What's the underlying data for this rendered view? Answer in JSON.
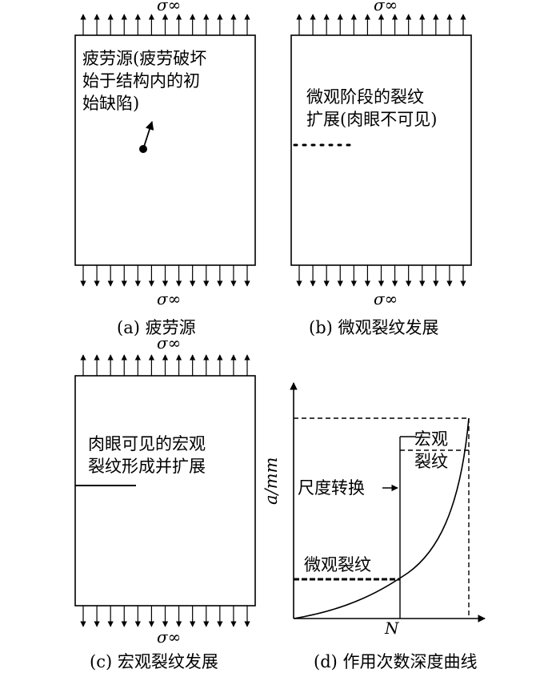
{
  "panels": {
    "a": {
      "sigma_top": "σ∞",
      "sigma_bottom": "σ∞",
      "text_lines": [
        "疲劳源(疲劳破坏",
        "始于结构内的初",
        "始缺陷)"
      ],
      "caption": "(a) 疲劳源"
    },
    "b": {
      "sigma_top": "σ∞",
      "sigma_bottom": "σ∞",
      "text_lines": [
        "微观阶段的裂纹",
        "扩展(肉眼不可见)"
      ],
      "caption": "(b) 微观裂纹发展"
    },
    "c": {
      "sigma_top": "σ∞",
      "sigma_bottom": "σ∞",
      "text_lines": [
        "肉眼可见的宏观",
        "裂纹形成并扩展"
      ],
      "caption": "(c) 宏观裂纹发展"
    },
    "d": {
      "y_label": "a/mm",
      "x_label": "N",
      "macro_label": [
        "宏观",
        "裂纹"
      ],
      "transition_label": "尺度转换",
      "micro_label": "微观裂纹",
      "caption": "(d) 作用次数深度曲线"
    }
  }
}
